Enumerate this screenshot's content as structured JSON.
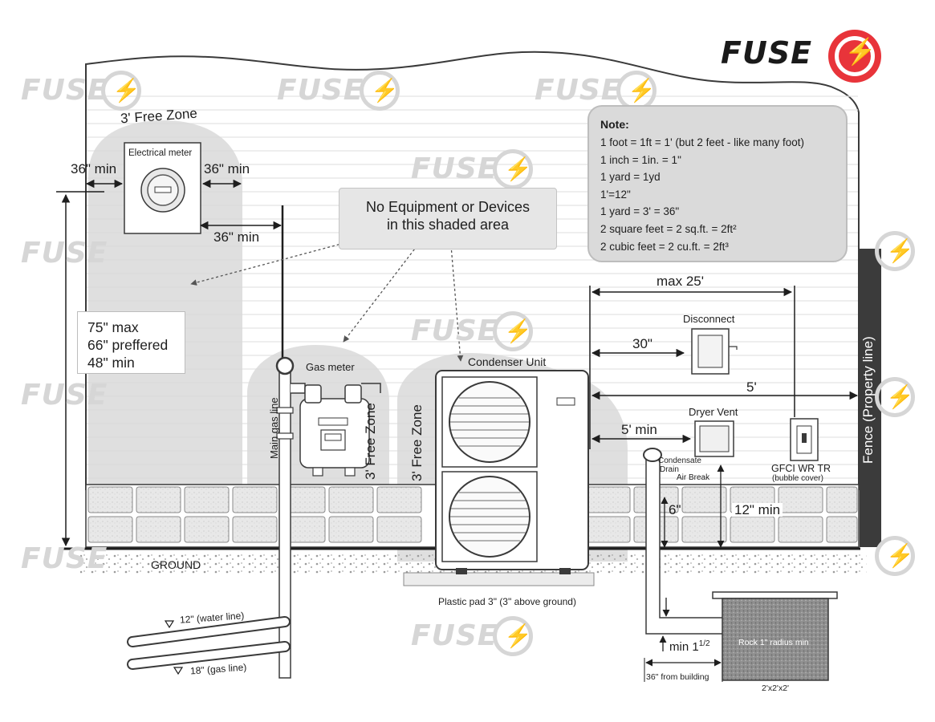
{
  "brand": {
    "name": "FUSE",
    "accent": "#e8343a",
    "watermark": "FUSE"
  },
  "note": {
    "title": "Note:",
    "lines": [
      "1 foot = 1ft = 1' (but 2 feet - like many foot)",
      "1 inch = 1in. = 1\"",
      "1 yard = 1yd",
      "1'=12\"",
      "1 yard = 3' = 36\"",
      "2 square feet = 2 sq.ft. = 2ft²",
      "2 cubic feet = 2 cu.ft. = 2ft³"
    ]
  },
  "callout": {
    "line1": "No Equipment or Devices",
    "line2": "in this shaded area"
  },
  "electrical": {
    "free_zone": "3' Free Zone",
    "meter_label": "Electrical meter",
    "left_clearance": "36\" min",
    "right_clearance": "36\" min",
    "below_clearance": "36\" min"
  },
  "height": {
    "max": "75\" max",
    "preferred": "66\" preffered",
    "min": "48\" min"
  },
  "gas": {
    "meter_label": "Gas meter",
    "main_line": "Main gas line",
    "free_zone": "3' Free Zone",
    "water_depth": "12\" (water line)",
    "gas_depth": "18\" (gas line)"
  },
  "condenser": {
    "label": "Condenser Unit",
    "free_zone": "3' Free Zone",
    "pad": "Plastic pad 3\" (3\" above ground)"
  },
  "ground": "GROUND",
  "right_side": {
    "max_distance": "max 25'",
    "disconnect": "Disconnect",
    "disconnect_dist": "30\"",
    "fence_dist": "5'",
    "dryer_vent": "Dryer Vent",
    "dryer_dist": "5' min",
    "condensate_line1": "Condensate",
    "condensate_line2": "Drain",
    "air_break": "Air Break",
    "gfci": "GFCI WR TR",
    "gfci_note": "(bubble cover)",
    "six_inch": "6\"",
    "twelve_min": "12\" min",
    "fence": "Fence (Property line)",
    "min_height": "min 1",
    "min_height_frac": "1/2",
    "from_building": "36\" from building",
    "rock": "Rock 1\" radius min",
    "rock_size": "2'x2'x2'"
  }
}
